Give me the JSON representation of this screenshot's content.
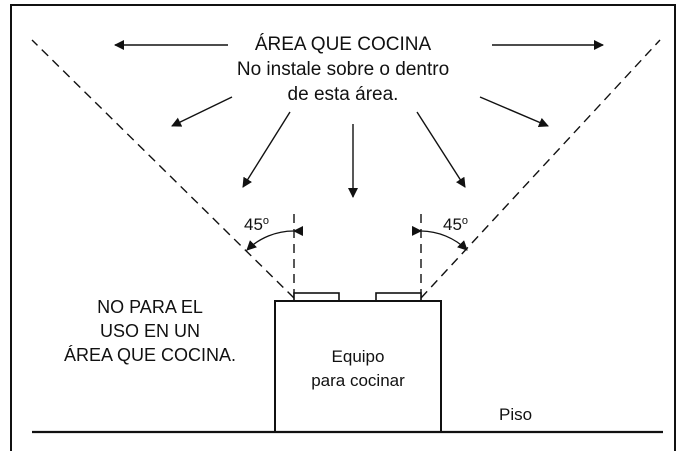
{
  "cooking_area": {
    "title": "ÁREA QUE COCINA",
    "line2": "No instale sobre o dentro",
    "line3": "de esta área."
  },
  "angle_left": {
    "value": "45",
    "unit": "o"
  },
  "angle_right": {
    "value": "45",
    "unit": "o"
  },
  "warning": {
    "line1": "NO PARA EL",
    "line2": "USO EN UN",
    "line3": "ÁREA QUE COCINA."
  },
  "equipment": {
    "line1": "Equipo",
    "line2": "para cocinar"
  },
  "floor_label": "Piso",
  "colors": {
    "line": "#111111",
    "background": "#ffffff"
  }
}
